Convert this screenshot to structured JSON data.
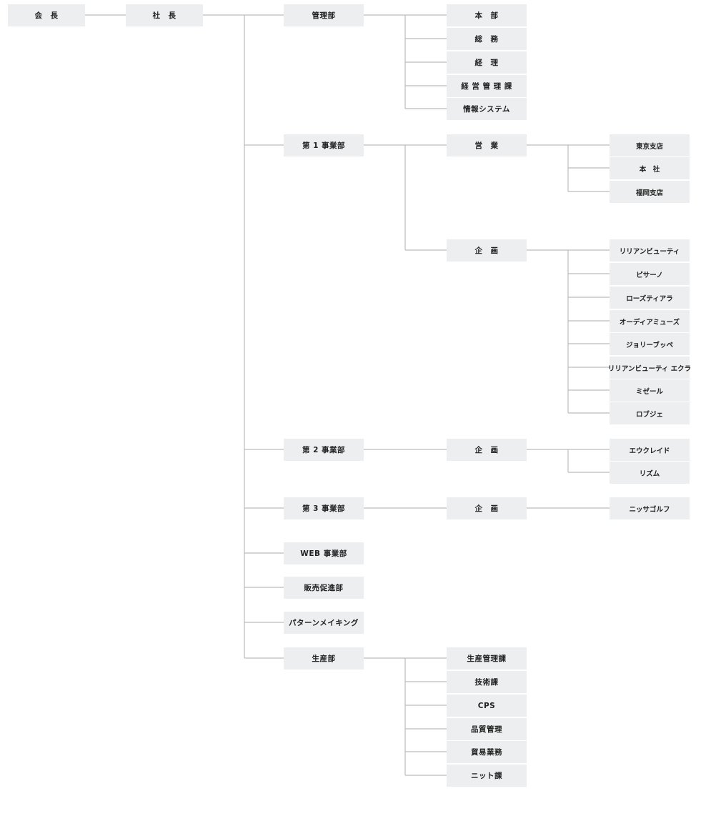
{
  "chairman": "会　長",
  "president": "社　長",
  "kanri": {
    "label": "管理部",
    "children": [
      "本　部",
      "総　務",
      "経　理",
      "経 営 管 理 課",
      "情報システム"
    ]
  },
  "jigyo1": {
    "label": "第 1 事業部",
    "eigyo": {
      "label": "営　業",
      "children": [
        "東京支店",
        "本　社",
        "福岡支店"
      ]
    },
    "kikaku": {
      "label": "企　画",
      "children": [
        "リリアンビューティ",
        "ピサーノ",
        "ローズティアラ",
        "オーディアミューズ",
        "ジョリーブッペ",
        "リリアンビューティ エクラ",
        "ミゼール",
        "ロブジェ"
      ]
    }
  },
  "jigyo2": {
    "label": "第 2 事業部",
    "kikaku": {
      "label": "企　画",
      "children": [
        "エウクレイド",
        "リズム"
      ]
    }
  },
  "jigyo3": {
    "label": "第 3 事業部",
    "kikaku": {
      "label": "企　画",
      "children": [
        "ニッサゴルフ"
      ]
    }
  },
  "web": "WEB 事業部",
  "hanbai": "販売促進部",
  "pattern": "パターンメイキング",
  "seisan": {
    "label": "生産部",
    "children": [
      "生産管理課",
      "技術課",
      "CPS",
      "品質管理",
      "貿易業務",
      "ニット課"
    ]
  }
}
